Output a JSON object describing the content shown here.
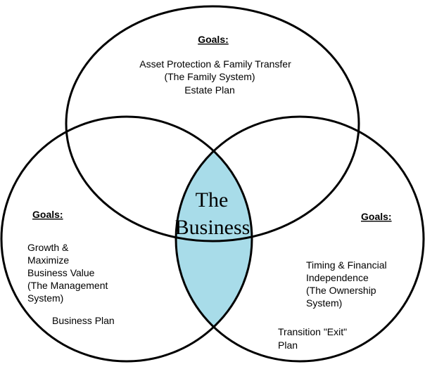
{
  "colors": {
    "center_fill": "#a8dce9",
    "outline": "#000000",
    "background": "#ffffff"
  },
  "center": {
    "lines": [
      "The",
      "Business"
    ]
  },
  "top": {
    "heading": "Goals:",
    "lines": [
      "Asset Protection & Family Transfer",
      "(The Family System)",
      "Estate Plan"
    ]
  },
  "left": {
    "heading": "Goals:",
    "lines": [
      "Growth &",
      "Maximize",
      "Business Value",
      "(The Management",
      "System)"
    ],
    "plan": "Business Plan"
  },
  "right": {
    "heading": "Goals:",
    "lines": [
      "Timing & Financial",
      "Independence",
      "(The Ownership",
      "System)"
    ],
    "plan_lines": [
      "Transition \"Exit\"",
      "Plan"
    ]
  }
}
